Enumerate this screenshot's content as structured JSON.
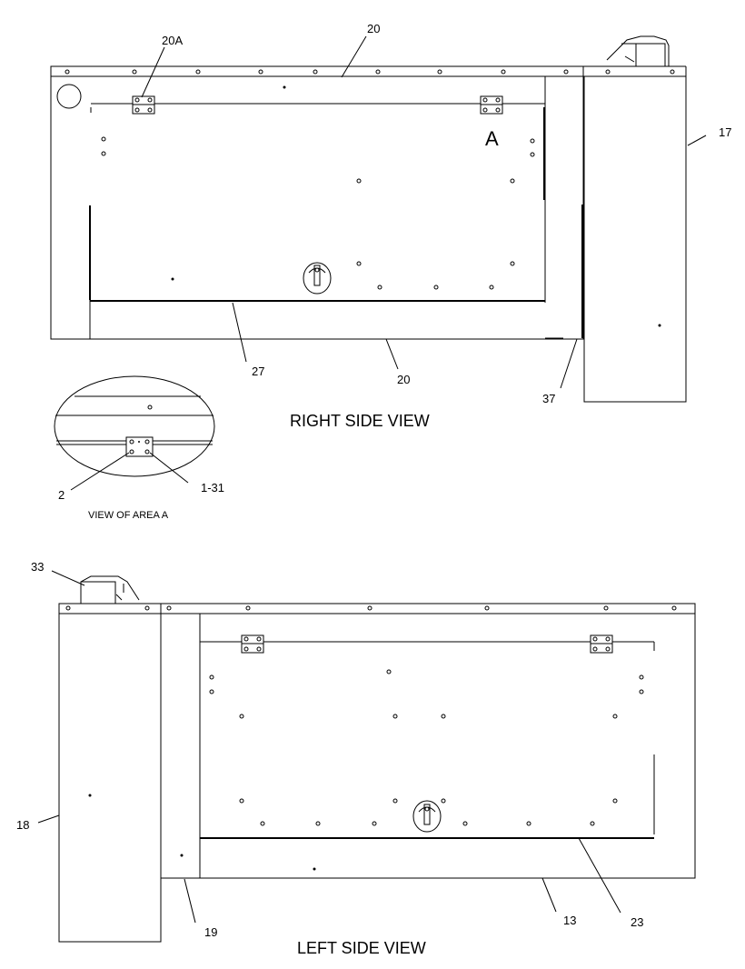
{
  "views": {
    "right": {
      "title": "RIGHT SIDE VIEW",
      "area_marker": "A",
      "callouts": [
        "20A",
        "20",
        "17",
        "27",
        "20",
        "37"
      ]
    },
    "detail": {
      "title": "VIEW OF AREA  A",
      "callouts": [
        "2",
        "1-31"
      ]
    },
    "left": {
      "title": "LEFT SIDE VIEW",
      "callouts": [
        "33",
        "18",
        "19",
        "13",
        "23"
      ]
    }
  }
}
